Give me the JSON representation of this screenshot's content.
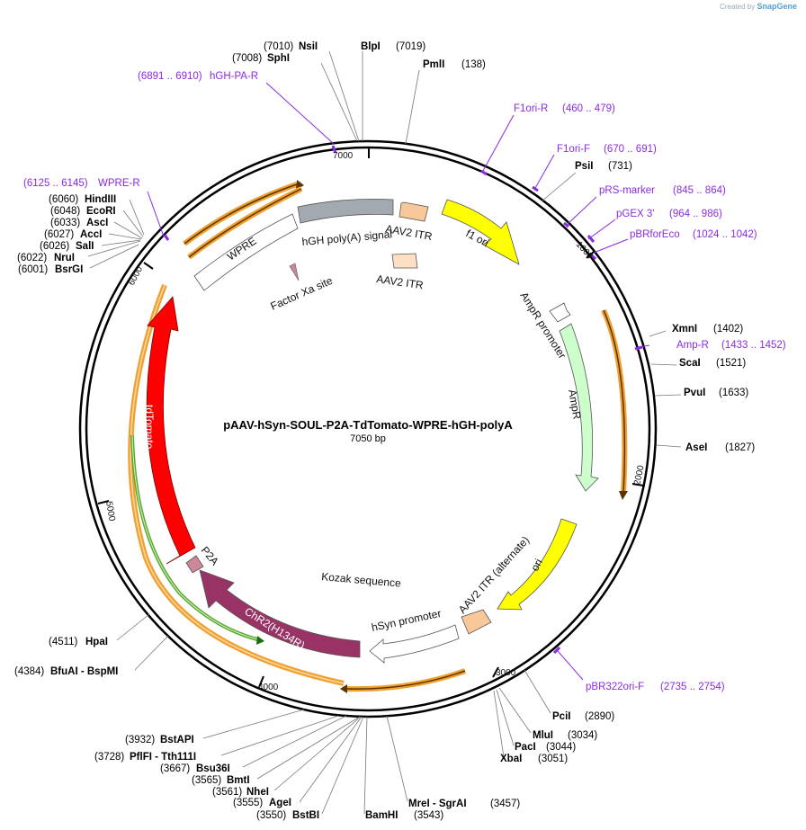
{
  "credit": {
    "prefix": "Created by",
    "brand": "SnapGene"
  },
  "map": {
    "title": "pAAV-hSyn-SOUL-P2A-TdTomato-WPRE-hGH-polyA",
    "length_label": "7050 bp",
    "tick_labels": [
      "1000",
      "2000",
      "3000",
      "4000",
      "5000",
      "6000",
      "7000"
    ]
  },
  "sites": [
    {
      "pos": "(7010)",
      "name": "NsiI"
    },
    {
      "pos": "(7019)",
      "name": "BlpI"
    },
    {
      "pos": "(7008)",
      "name": "SphI"
    },
    {
      "pos": "(138)",
      "name": "PmlI"
    },
    {
      "pos": "(731)",
      "name": "PsiI"
    },
    {
      "pos": "(1402)",
      "name": "XmnI"
    },
    {
      "pos": "(1521)",
      "name": "ScaI"
    },
    {
      "pos": "(1633)",
      "name": "PvuI"
    },
    {
      "pos": "(1827)",
      "name": "AseI"
    },
    {
      "pos": "(2890)",
      "name": "PciI"
    },
    {
      "pos": "(3034)",
      "name": "MluI"
    },
    {
      "pos": "(3044)",
      "name": "PacI"
    },
    {
      "pos": "(3051)",
      "name": "XbaI"
    },
    {
      "pos": "(3457)",
      "name": "MreI - SgrAI"
    },
    {
      "pos": "(3543)",
      "name": "BamHI"
    },
    {
      "pos": "(3550)",
      "name": "BstBI"
    },
    {
      "pos": "(3555)",
      "name": "AgeI"
    },
    {
      "pos": "(3561)",
      "name": "NheI"
    },
    {
      "pos": "(3565)",
      "name": "BmtI"
    },
    {
      "pos": "(3667)",
      "name": "Bsu36I"
    },
    {
      "pos": "(3728)",
      "name": "PflFI - Tth111I"
    },
    {
      "pos": "(3932)",
      "name": "BstAPI"
    },
    {
      "pos": "(4384)",
      "name": "BfuAI - BspMI"
    },
    {
      "pos": "(4511)",
      "name": "HpaI"
    },
    {
      "pos": "(6001)",
      "name": "BsrGI"
    },
    {
      "pos": "(6022)",
      "name": "NruI"
    },
    {
      "pos": "(6026)",
      "name": "SalI"
    },
    {
      "pos": "(6027)",
      "name": "AccI"
    },
    {
      "pos": "(6033)",
      "name": "AscI"
    },
    {
      "pos": "(6048)",
      "name": "EcoRI"
    },
    {
      "pos": "(6060)",
      "name": "HindIII"
    }
  ],
  "primers": [
    {
      "name": "hGH-PA-R",
      "range": "(6891 .. 6910)"
    },
    {
      "name": "F1ori-R",
      "range": "(460 .. 479)"
    },
    {
      "name": "F1ori-F",
      "range": "(670 .. 691)"
    },
    {
      "name": "pRS-marker",
      "range": "(845 .. 864)"
    },
    {
      "name": "pGEX 3'",
      "range": "(964 .. 986)"
    },
    {
      "name": "pBRforEco",
      "range": "(1024 .. 1042)"
    },
    {
      "name": "Amp-R",
      "range": "(1433 .. 1452)"
    },
    {
      "name": "pBR322ori-F",
      "range": "(2735 .. 2754)"
    },
    {
      "name": "WPRE-R",
      "range": "(6125 .. 6145)"
    }
  ],
  "features": {
    "f1_ori": "f1 ori",
    "aav2_itr_top": "AAV2 ITR",
    "aav2_itr_inner": "AAV2 ITR",
    "hgh_polya": "hGH poly(A) signal",
    "wpre": "WPRE",
    "factor_xa": "Factor Xa site",
    "ampr_promoter": "AmpR promoter",
    "ampr": "AmpR",
    "ori": "ori",
    "aav2_itr_alt": "AAV2 ITR (alternate)",
    "hsyn_promoter": "hSyn promoter",
    "kozak": "Kozak sequence",
    "chr2": "ChR2(H134R)",
    "p2a": "P2A",
    "tdtomato": "tdTomato"
  },
  "colors": {
    "f1_ori": "#ffff00",
    "aav2_itr": "#f8c89b",
    "hgh_polya": "#a3a9b0",
    "ampr": "#ccffcc",
    "tdtomato": "#ff0000",
    "chr2": "#993366",
    "p2a": "#cc8899",
    "orf_arc": "#f0a030",
    "orf_green": "#5aaa30",
    "primer": "#8a2be2"
  }
}
